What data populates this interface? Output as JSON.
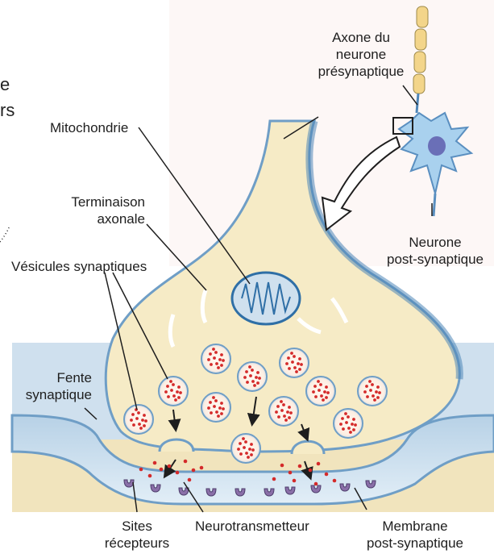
{
  "labels": {
    "axone": [
      "Axone du",
      "neurone",
      "présynaptique"
    ],
    "mitochondrie": "Mitochondrie",
    "terminaison": [
      "Terminaison",
      "axonale"
    ],
    "vesicules": "Vésicules synaptiques",
    "neurone_post": [
      "Neurone",
      "post-synaptique"
    ],
    "fente": [
      "Fente",
      "synaptique"
    ],
    "sites": [
      "Sites",
      "récepteurs"
    ],
    "neurotransmetteur": "Neurotransmetteur",
    "membrane": [
      "Membrane",
      "post-synaptique"
    ]
  },
  "edge_fragments": [
    "e",
    "rs"
  ],
  "colors": {
    "axon_fill": "#f6ebc6",
    "membrane_blue": "#6f9ec6",
    "cleft_blue": "#dce9f3",
    "background_cream": "#f3e6c4",
    "vesicle_dot": "#d42a2a",
    "receptor": "#8a6fa8",
    "neuron_cell": "#a9d1ee"
  }
}
